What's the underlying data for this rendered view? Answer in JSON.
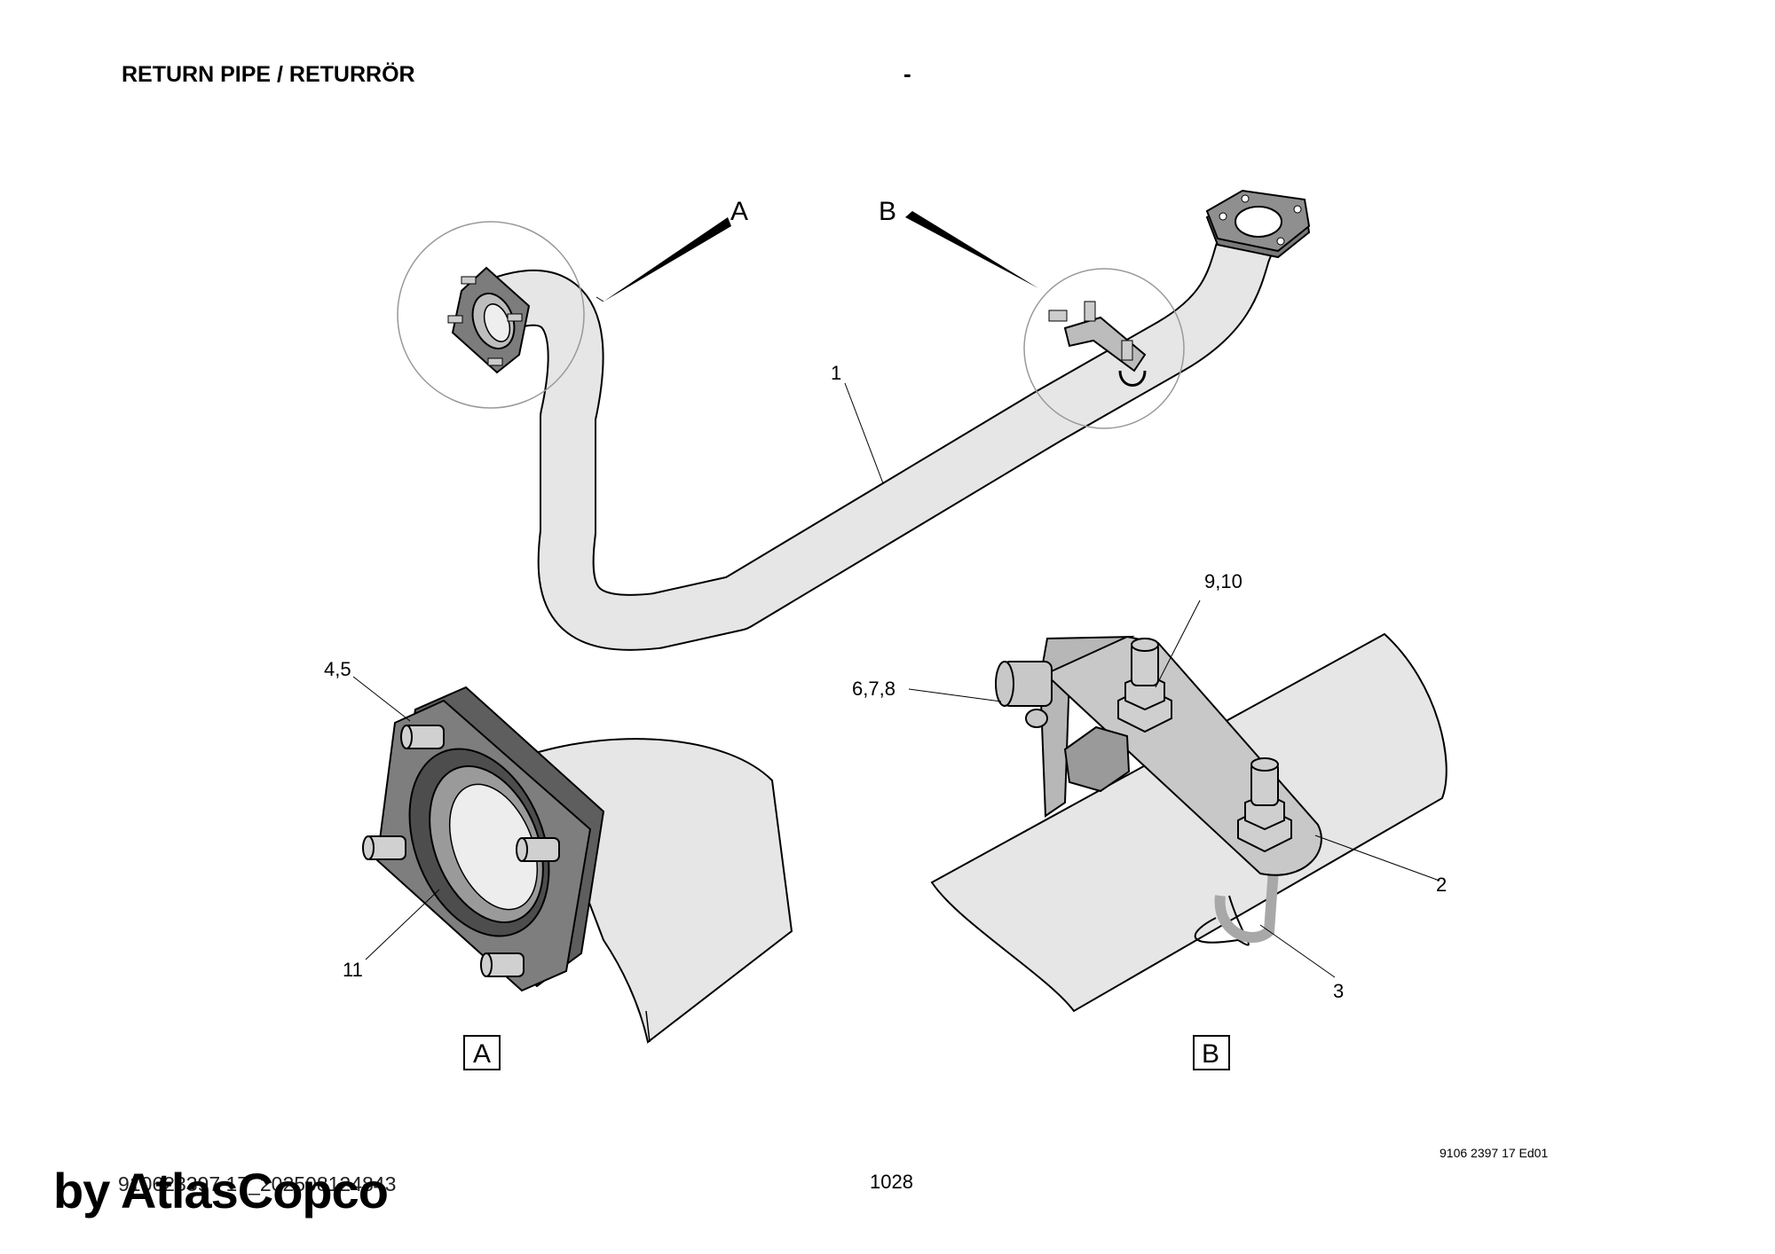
{
  "header": {
    "title": "RETURN PIPE / RETURRÖR",
    "marker": "-"
  },
  "detail_labels": {
    "a": "A",
    "b": "B"
  },
  "callouts": {
    "pipe": "1",
    "bracket": "2",
    "u_bolt": "3",
    "studs": "4,5",
    "nut_set": "6,7,8",
    "washers_nuts": "9,10",
    "gasket": "11"
  },
  "boxes": {
    "a": "A",
    "b": "B"
  },
  "footer": {
    "doc_ref": "9106 2397 17 Ed01",
    "file_ref": "910623397 17_202508124843",
    "page": "1028",
    "watermark": "by AtlasCopco"
  }
}
